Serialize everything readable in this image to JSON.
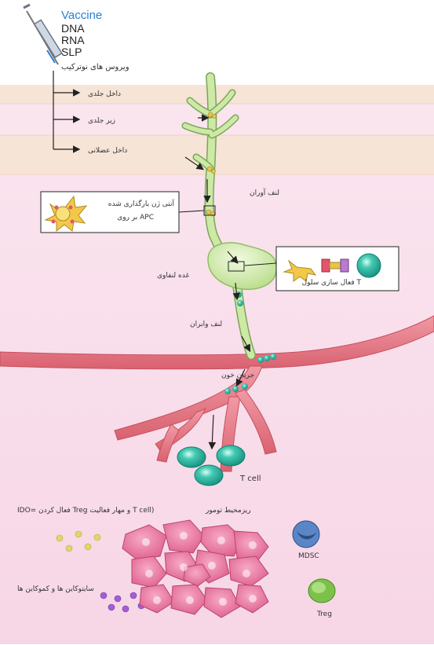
{
  "vaccine": {
    "title": "Vaccine",
    "items": [
      "DNA",
      "RNA",
      "SLP"
    ],
    "oncolytic": "ویروس های نوترکیب"
  },
  "routes": [
    "داخل جلدی",
    "زیر جلدی",
    "داخل عضلانی"
  ],
  "lymph": {
    "afferent": "لنف آوران",
    "node": "غده لنفاوی",
    "efferent": "لنف وابران",
    "blood": "جریان خون"
  },
  "boxes": {
    "apc": [
      "آنتی ژن بارگذاری شده",
      "بر روی APC"
    ],
    "tcell_activation": "فعال سازی سلول T"
  },
  "tcell_label": "T cell",
  "tumor": {
    "microenvironment": "ریزمحیط تومور",
    "ido": "IDO= فعال کردن Treg و مهار فعالیت T cell)",
    "cytokines": "سایتوکاین ها و کموکاین ها",
    "mdsc": "MDSC",
    "treg": "Treg"
  },
  "colors": {
    "skin_band": "#f6e4d6",
    "tissue": "#fbe3f0",
    "vessel": "#e8838f",
    "lymph_vessel": "#cde9a6",
    "tcell": "#2fb5a0",
    "tumor_cell": "#ee7fa8",
    "mdsc": "#5a86c8",
    "treg": "#7cc24a",
    "cytokine_yellow": "#e0d66a",
    "cytokine_purple": "#a45ed6"
  }
}
